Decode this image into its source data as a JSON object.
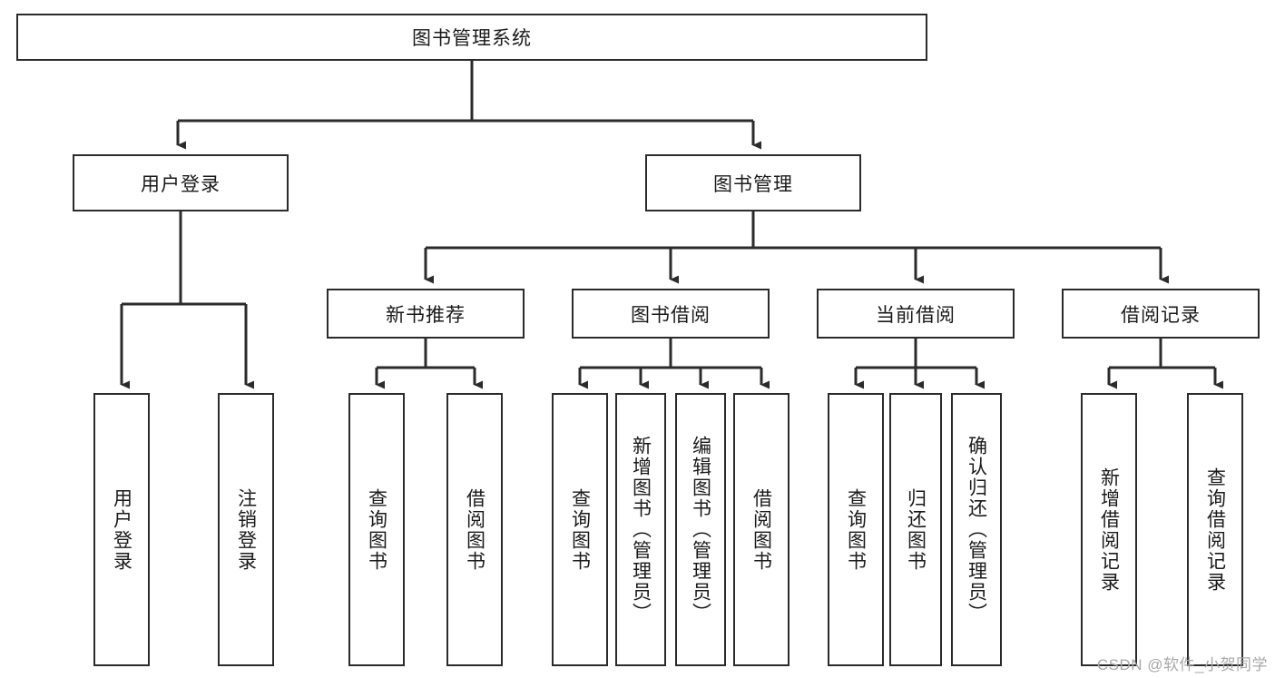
{
  "diagram": {
    "type": "tree",
    "title": "图书管理系统",
    "root": {
      "label": "图书管理系统"
    },
    "level2": [
      {
        "label": "用户登录"
      },
      {
        "label": "图书管理"
      }
    ],
    "level3": [
      {
        "label": "新书推荐",
        "parent": "图书管理"
      },
      {
        "label": "图书借阅",
        "parent": "图书管理"
      },
      {
        "label": "当前借阅",
        "parent": "图书管理"
      },
      {
        "label": "借阅记录",
        "parent": "图书管理"
      }
    ],
    "leaves": {
      "user_login": [
        {
          "label": "用户登录"
        },
        {
          "label": "注销登录"
        }
      ],
      "new_book_recommend": [
        {
          "label": "查询图书"
        },
        {
          "label": "借阅图书"
        }
      ],
      "book_borrow": [
        {
          "label": "查询图书"
        },
        {
          "label": "新增图书（管理员）"
        },
        {
          "label": "编辑图书（管理员）"
        },
        {
          "label": "借阅图书"
        }
      ],
      "current_borrow": [
        {
          "label": "查询图书"
        },
        {
          "label": "归还图书"
        },
        {
          "label": "确认归还（管理员）"
        }
      ],
      "borrow_record": [
        {
          "label": "新增借阅记录"
        },
        {
          "label": "查询借阅记录"
        }
      ]
    }
  },
  "watermark": {
    "text": "CSDN @软件_小贺同学"
  },
  "colors": {
    "stroke": "#2b2b2b",
    "background": "#ffffff",
    "text": "#1a1a1a",
    "watermark": "#a8a8a8"
  }
}
